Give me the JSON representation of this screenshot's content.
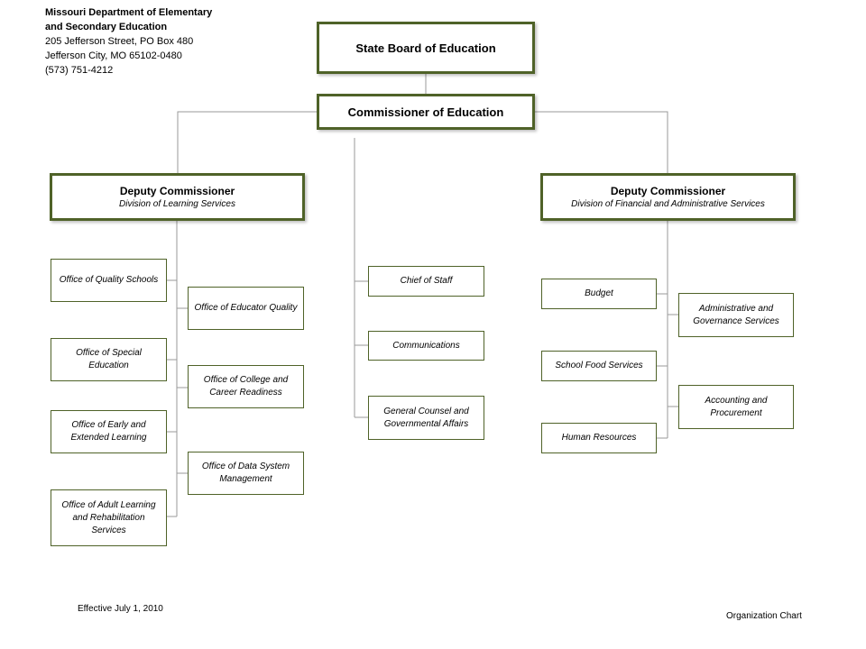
{
  "header": {
    "line1": "Missouri Department of Elementary",
    "line2": "and Secondary Education",
    "line3": "205 Jefferson Street, PO Box 480",
    "line4": "Jefferson City, MO   65102-0480",
    "line5": "(573) 751-4212"
  },
  "board": "State Board of Education",
  "commissioner": "Commissioner of Education",
  "deputy_left": {
    "title": "Deputy Commissioner",
    "subtitle": "Division of Learning Services"
  },
  "deputy_right": {
    "title": "Deputy Commissioner",
    "subtitle": "Division of Financial and Administrative  Services"
  },
  "learning_left": [
    "Office of Quality Schools",
    "Office of Special Education",
    "Office of Early and Extended Learning",
    "Office of Adult  Learning and Rehabilitation Services"
  ],
  "learning_right": [
    "Office of Educator Quality",
    "Office of College and Career Readiness",
    "Office of Data System Management"
  ],
  "center": [
    "Chief of Staff",
    "Communications",
    "General Counsel and Governmental Affairs"
  ],
  "finance_left": [
    "Budget",
    "School Food Services",
    "Human Resources"
  ],
  "finance_right": [
    "Administrative and Governance Services",
    "Accounting  and Procurement"
  ],
  "footer": {
    "effective": "Effective July 1, 2010",
    "label": "Organization Chart"
  },
  "colors": {
    "box_border": "#4f6228",
    "connector": "#9a9a9a"
  }
}
